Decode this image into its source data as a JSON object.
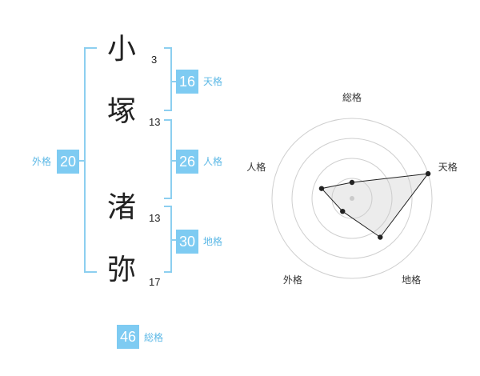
{
  "name": {
    "chars": [
      {
        "char": "小",
        "strokes": "3"
      },
      {
        "char": "塚",
        "strokes": "13"
      },
      {
        "char": "渚",
        "strokes": "13"
      },
      {
        "char": "弥",
        "strokes": "17"
      }
    ]
  },
  "kaku": {
    "ten": {
      "value": "16",
      "label": "天格"
    },
    "jin": {
      "value": "26",
      "label": "人格"
    },
    "chi": {
      "value": "30",
      "label": "地格"
    },
    "gai": {
      "value": "20",
      "label": "外格"
    },
    "sou": {
      "value": "46",
      "label": "総格"
    }
  },
  "colors": {
    "accent": "#7ecbf2",
    "accent_text": "#5cb8e6",
    "bracket": "#8ccff0",
    "text": "#222222"
  },
  "chart_data": {
    "type": "radar",
    "axes": [
      "総格",
      "天格",
      "地格",
      "外格",
      "人格"
    ],
    "values": [
      1,
      5,
      3,
      1,
      2
    ],
    "range": [
      0,
      5
    ],
    "rings": 4
  }
}
